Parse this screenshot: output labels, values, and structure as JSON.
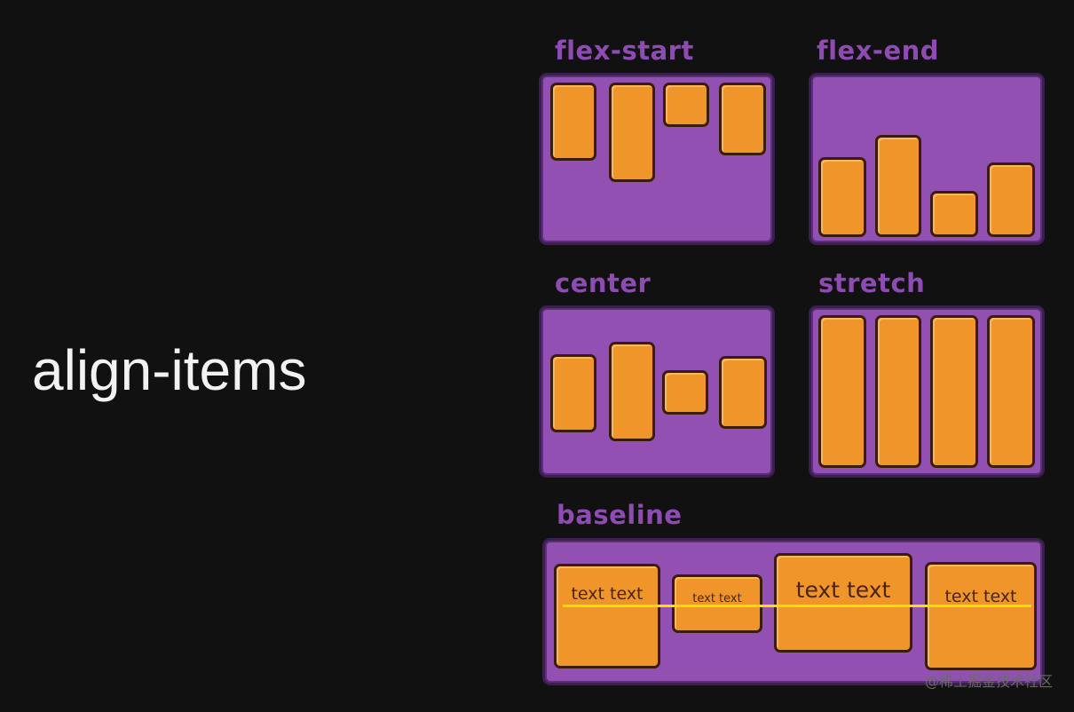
{
  "title": "align-items",
  "panels": {
    "flex_start": {
      "label": "flex-start"
    },
    "flex_end": {
      "label": "flex-end"
    },
    "center": {
      "label": "center"
    },
    "stretch": {
      "label": "stretch"
    },
    "baseline": {
      "label": "baseline",
      "items": [
        "text text",
        "text text",
        "text text",
        "text text"
      ]
    }
  },
  "watermark": "@稀土掘金技术社区",
  "colors": {
    "background": "#111111",
    "panel": "#9150b2",
    "item": "#f0952a",
    "label": "#8e4bb3",
    "baseline_line": "#f5e000"
  }
}
